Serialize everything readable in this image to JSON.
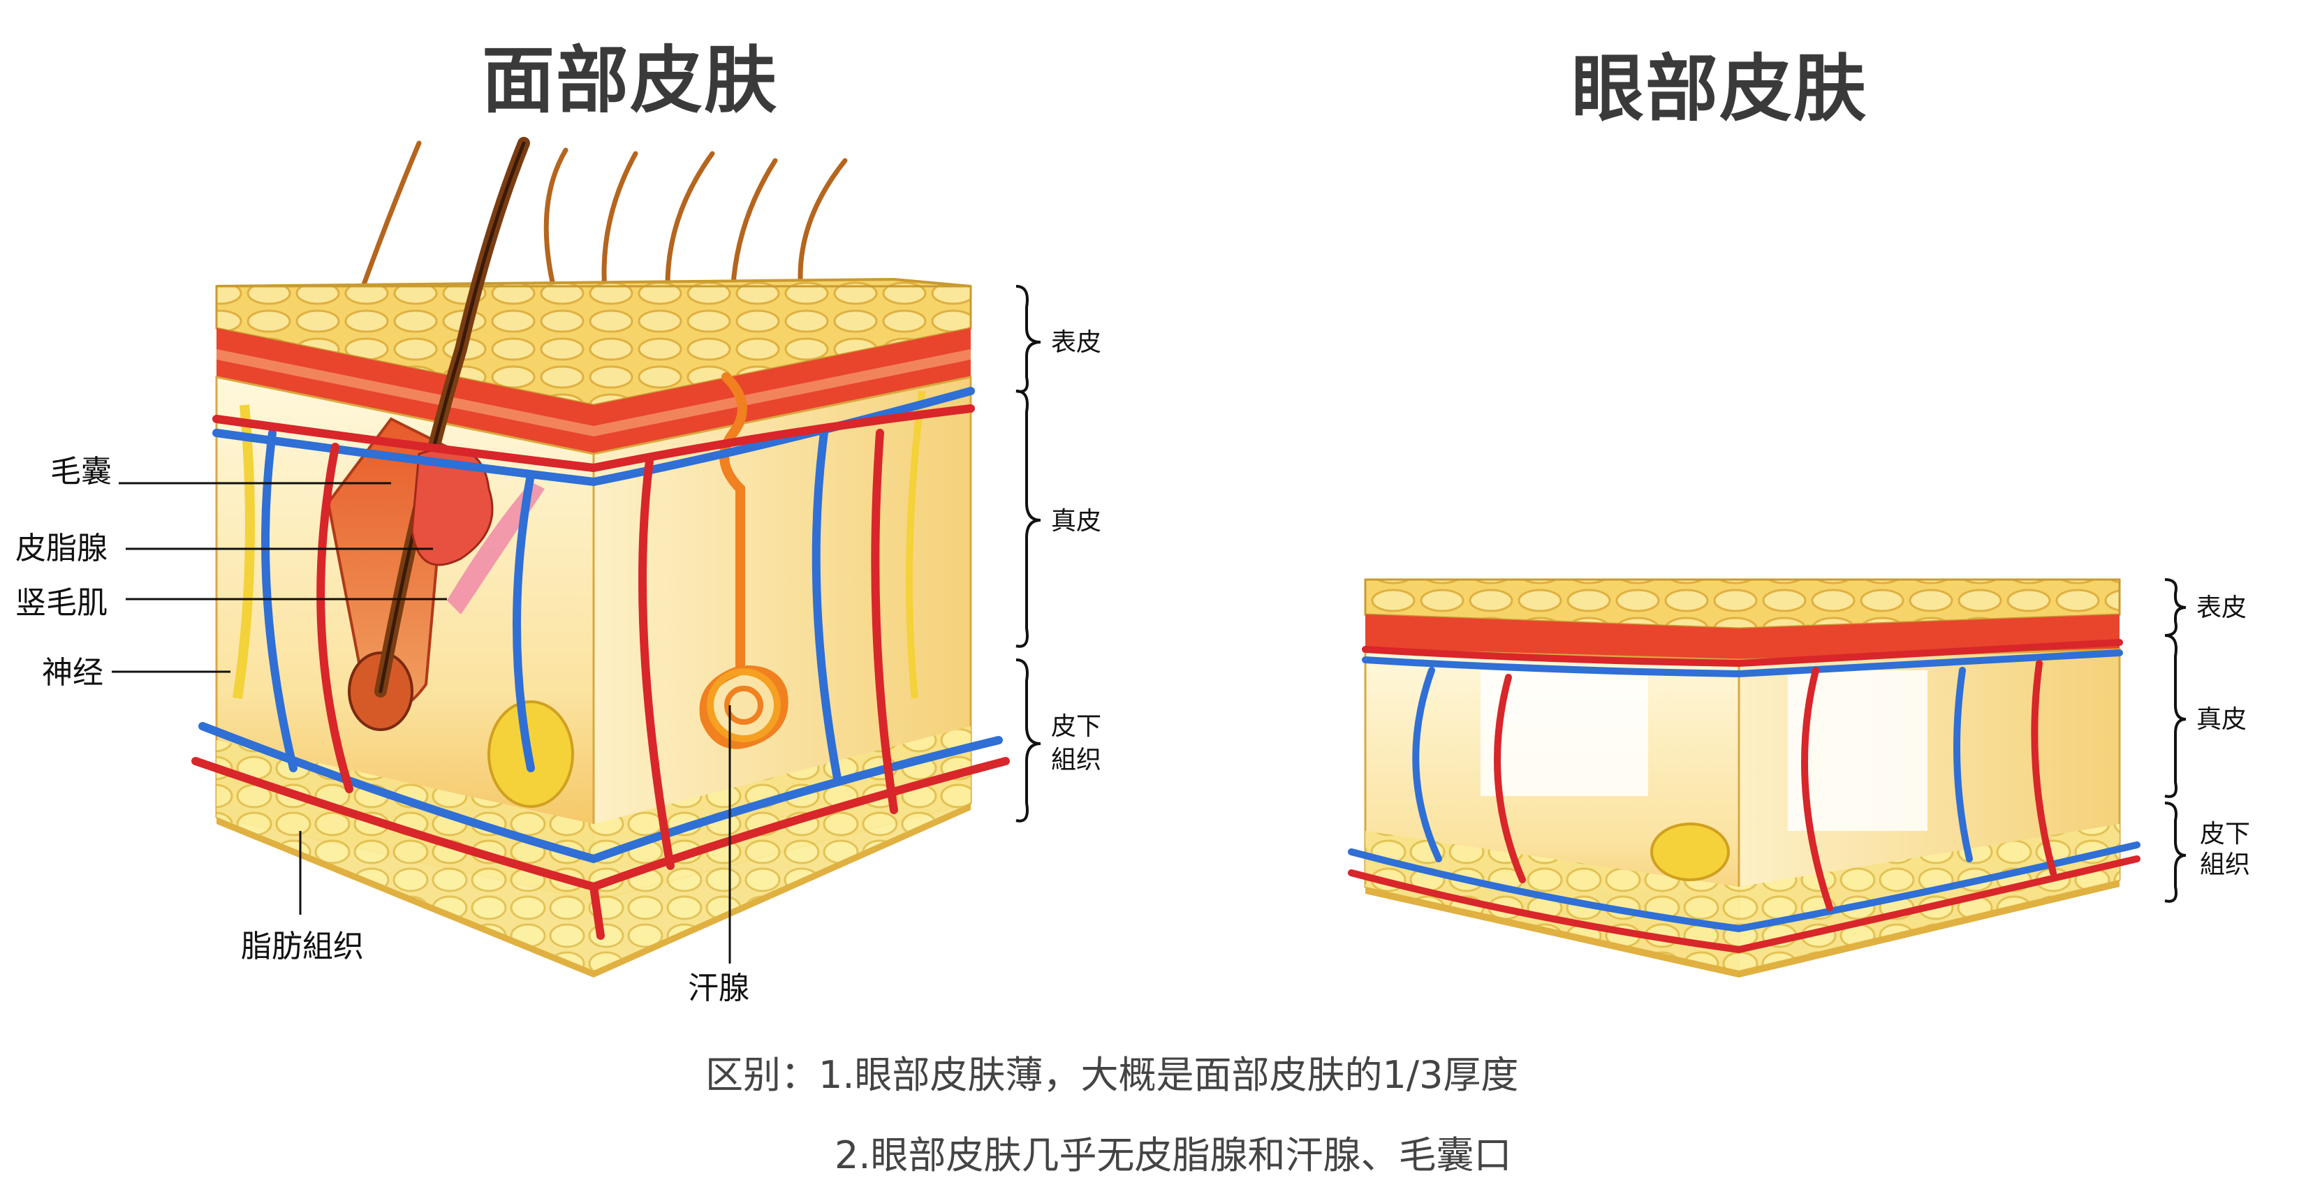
{
  "titles": {
    "face": "面部皮肤",
    "eye": "眼部皮肤"
  },
  "face_labels": {
    "hair_follicle": "毛囊",
    "sebaceous_gland": "皮脂腺",
    "arrector_pili": "竖毛肌",
    "nerve": "神经",
    "fat_tissue": "脂肪組织",
    "sweat_gland": "汗腺",
    "epidermis": "表皮",
    "dermis": "真皮",
    "subcutaneous_line1": "皮下",
    "subcutaneous_line2": "組织"
  },
  "eye_labels": {
    "epidermis": "表皮",
    "dermis": "真皮",
    "subcutaneous_line1": "皮下",
    "subcutaneous_line2": "組织"
  },
  "notes": {
    "line1": "区别：1.眼部皮肤薄，大概是面部皮肤的1/3厚度",
    "line2": "2.眼部皮肤几乎无皮脂腺和汗腺、毛囊口"
  },
  "colors": {
    "skin_yellow": "#f7dc6e",
    "epidermis_red": "#e8452c",
    "vein_blue": "#2f6fd6",
    "artery_red": "#d8262a",
    "hair_brown": "#7a3d12"
  }
}
